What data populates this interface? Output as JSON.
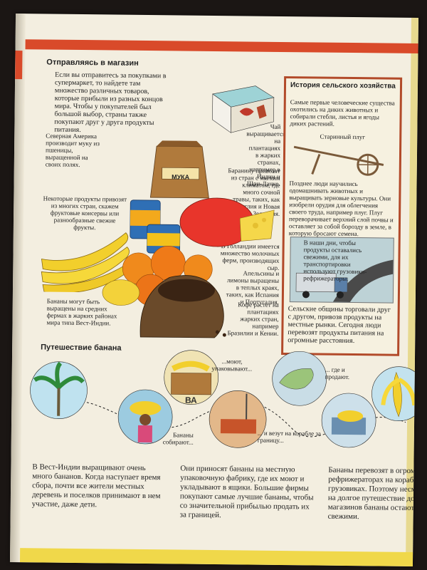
{
  "shop": {
    "title": "Отправляясь в магазин",
    "intro": "Если вы отправитесь за покупками в супермаркет, то найдете там множество различных товаров, которые прибыли из разных концов мира. Чтобы у покупателей был большой выбор, страны также покупают друг у друга продукты питания.",
    "north_america": "Северная Америка производит муку из пшеницы, выращенной на своих полях.",
    "imports": "Некоторые продукты привозят из многих стран, скажем фруктовые консервы или разнообразные свежие фрукты.",
    "bananas": "Бананы могут быть выращены на средних фермах в жарких районах мира типа Вест-Индии.",
    "tea": "Чай выращивается на плантациях в жарких странах, например в Индии и Шри-Ланке.",
    "lamb": "Баранину привозят из стран с мягким климатом, где много сочной травы, таких, как Англия и Новая Зеландия.",
    "holland": "В Голландии имеется множество молочных ферм, производящих сыр.",
    "citrus": "Апельсины и лимоны выращены в теплых краях, таких, как Испания и Португалия.",
    "coffee": "Кофе растет на плантациях жарких стран, например Бразилии и Кении.",
    "flour_label": "МУКА"
  },
  "history": {
    "title": "История сельского хозяйства",
    "text1": "Самые первые человеческие существа охотились на диких животных и собирали стебли, листья и ягоды диких растений.",
    "plough_caption": "Старинный плуг",
    "text2": "Позднее люди научились одомашнивать животных и выращивать зерновые культуры. Они изобрели орудия для облегчения своего труда, например плуг. Плуг переворачивает верхний слой почвы и оставляет за собой борозду в земле, в которую бросают семена.",
    "truck_caption": "В наши дни, чтобы продукты оставались свежими, для их транспортировки используют грузовики-рефрижераторы.",
    "text3": "Сельские общины торговали друг с другом, привозя продукты на местные рынки. Сегодня люди перевозят продукты питания на огромные расстояния."
  },
  "journey": {
    "title": "Путешествие банана",
    "label_wash": "...моют, упаковывают...",
    "label_collect": "Бананы собирают...",
    "label_ship": "... и везут на корабле за границу...",
    "label_sold": "... где и продают.",
    "crate_text": "ВА"
  },
  "bottom": {
    "col1": "В Вест-Индии выращивают очень много бананов. Когда наступает время сбора, почти все жители местных деревень и поселков принимают в нем участие, даже дети.",
    "col2": "Они приносят бананы на местную упаковочную фабрику, где их моют и укладывают в ящики. Большие фирмы покупают самые лучшие бананы, чтобы со значительной прибылью продать их за границей.",
    "col3": "Бананы перевозят в огромных рефрижераторах на кораблях и грузовиках. Поэтому несмотря на долгое путешествие до магазинов бананы остаются свежими."
  },
  "colors": {
    "accent": "#d94a2a",
    "paper": "#f3eee0",
    "yellow": "#f0d84a"
  }
}
